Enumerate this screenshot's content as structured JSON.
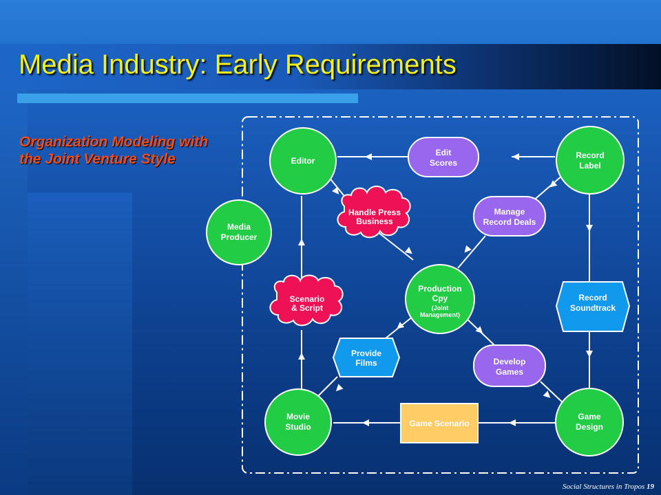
{
  "slide": {
    "title": "Media Industry: Early Requirements",
    "subtitle": "Organization Modeling with the Joint Venture Style",
    "footer_text": "Social Structures in Tropos",
    "page_number": "19"
  },
  "diagram": {
    "actors": [
      {
        "id": "editor",
        "lines": [
          "Editor"
        ]
      },
      {
        "id": "record-label",
        "lines": [
          "Record",
          "Label"
        ]
      },
      {
        "id": "media-producer",
        "lines": [
          "Media",
          "Producer"
        ]
      },
      {
        "id": "production-cpy",
        "lines": [
          "Production",
          "Cpy"
        ],
        "sublines": [
          "(Joint",
          "Management)"
        ]
      },
      {
        "id": "movie-studio",
        "lines": [
          "Movie",
          "Studio"
        ]
      },
      {
        "id": "game-design",
        "lines": [
          "Game",
          "Design"
        ]
      }
    ],
    "goals": [
      {
        "id": "edit-scores",
        "lines": [
          "Edit",
          "Scores"
        ]
      },
      {
        "id": "manage-record-deals",
        "lines": [
          "Manage",
          "Record Deals"
        ]
      },
      {
        "id": "develop-games",
        "lines": [
          "Develop",
          "Games"
        ]
      }
    ],
    "softgoals": [
      {
        "id": "handle-press-business",
        "lines": [
          "Handle Press",
          "Business"
        ]
      },
      {
        "id": "scenario-script",
        "lines": [
          "Scenario",
          "& Script"
        ]
      }
    ],
    "tasks": [
      {
        "id": "provide-films",
        "lines": [
          "Provide",
          "Films"
        ]
      },
      {
        "id": "record-soundtrack",
        "lines": [
          "Record",
          "Soundtrack"
        ]
      }
    ],
    "resources": [
      {
        "id": "game-scenario",
        "lines": [
          "Game Scenario"
        ]
      }
    ],
    "colors": {
      "actor": "#22cc44",
      "goal": "#9966ee",
      "softgoal": "#ee1155",
      "task": "#1199ee",
      "resource": "#ffcc66",
      "link": "#ffffff"
    }
  }
}
